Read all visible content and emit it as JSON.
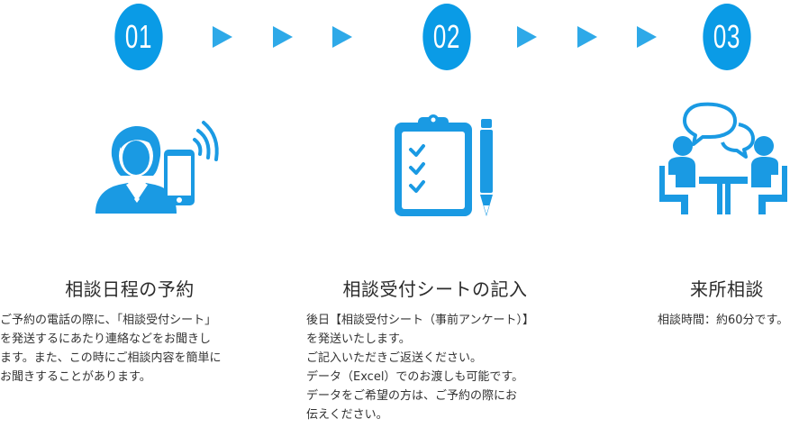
{
  "steps": [
    {
      "number": "01",
      "title": "相談日程の予約",
      "description": [
        "ご予約の電話の際に、「相談受付シート」",
        "を発送するにあたり連絡などをお聞きし",
        "ます。また、この時にご相談内容を簡単に",
        "お聞きすることがあります。"
      ]
    },
    {
      "number": "02",
      "title": "相談受付シートの記入",
      "description": [
        "後日【相談受付シート（事前アンケート）】",
        "を発送いたします。",
        "ご記入いただきご返送ください。",
        "データ（Excel）でのお渡しも可能です。",
        "データをご希望の方は、ご予約の際にお",
        "伝えください。"
      ]
    },
    {
      "number": "03",
      "title": "来所相談",
      "description": [
        "相談時間：約60分です。"
      ]
    }
  ],
  "icons": [
    "person-phone-icon",
    "clipboard-checklist-pen-icon",
    "meeting-table-icon"
  ],
  "colors": {
    "accent": "#0a9be6",
    "arrow": "#2ea9e8",
    "icon": "#1a9ae3",
    "text": "#333333"
  }
}
